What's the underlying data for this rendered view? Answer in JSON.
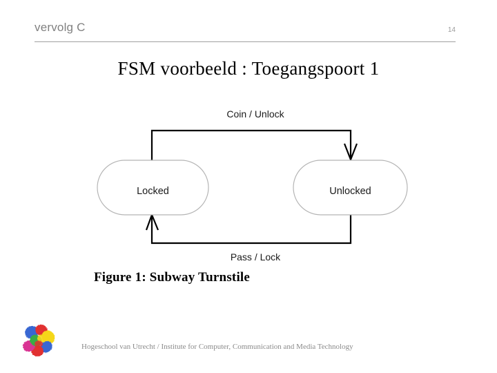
{
  "slide": {
    "header": {
      "title": "vervolg C",
      "page_number": "14"
    },
    "main_title": "FSM voorbeeld : Toegangspoort 1",
    "figure": {
      "caption": "Figure 1: Subway Turnstile",
      "states": [
        {
          "id": "locked",
          "label": "Locked"
        },
        {
          "id": "unlocked",
          "label": "Unlocked"
        }
      ],
      "transitions": [
        {
          "id": "coin-unlock",
          "label": "Coin / Unlock",
          "from": "locked",
          "to": "unlocked",
          "position": "top"
        },
        {
          "id": "pass-lock",
          "label": "Pass / Lock",
          "from": "unlocked",
          "to": "locked",
          "position": "bottom"
        }
      ]
    },
    "footer": {
      "text": "Hogeschool van Utrecht / Institute for Computer, Communication and Media Technology",
      "logo_name": "hogeschool-utrecht-pinwheel-logo"
    },
    "colors": {
      "background": "#ffffff",
      "header_text": "#808080",
      "header_rule": "#9f9f9f",
      "title_text": "#000000",
      "state_border": "#b4b4b4",
      "edge_line": "#000000",
      "footer_text": "#8a8a8a"
    }
  }
}
